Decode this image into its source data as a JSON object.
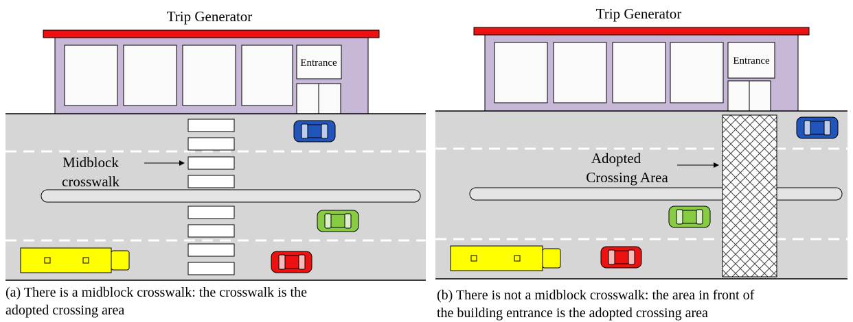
{
  "panels": [
    {
      "id": "a",
      "building_title": "Trip Generator",
      "entrance_label": "Entrance",
      "road_label_line1": "Midblock",
      "road_label_line2": "crosswalk",
      "caption_line1": "(a) There is a midblock crosswalk: the crosswalk is the",
      "caption_line2": "adopted crossing area"
    },
    {
      "id": "b",
      "building_title": "Trip Generator",
      "entrance_label": "Entrance",
      "road_label_line1": "Adopted",
      "road_label_line2": "Crossing Area",
      "caption_line1": "(b) There is not a midblock crosswalk: the area in front of",
      "caption_line2": "the building entrance is the adopted crossing area"
    }
  ],
  "colors": {
    "roof": "#ee1111",
    "building": "#c8b8d8",
    "road": "#d6d6d6",
    "bus": "#ffff00",
    "car_blue": "#2255bb",
    "car_green": "#88cc44",
    "car_red": "#ee1111"
  }
}
